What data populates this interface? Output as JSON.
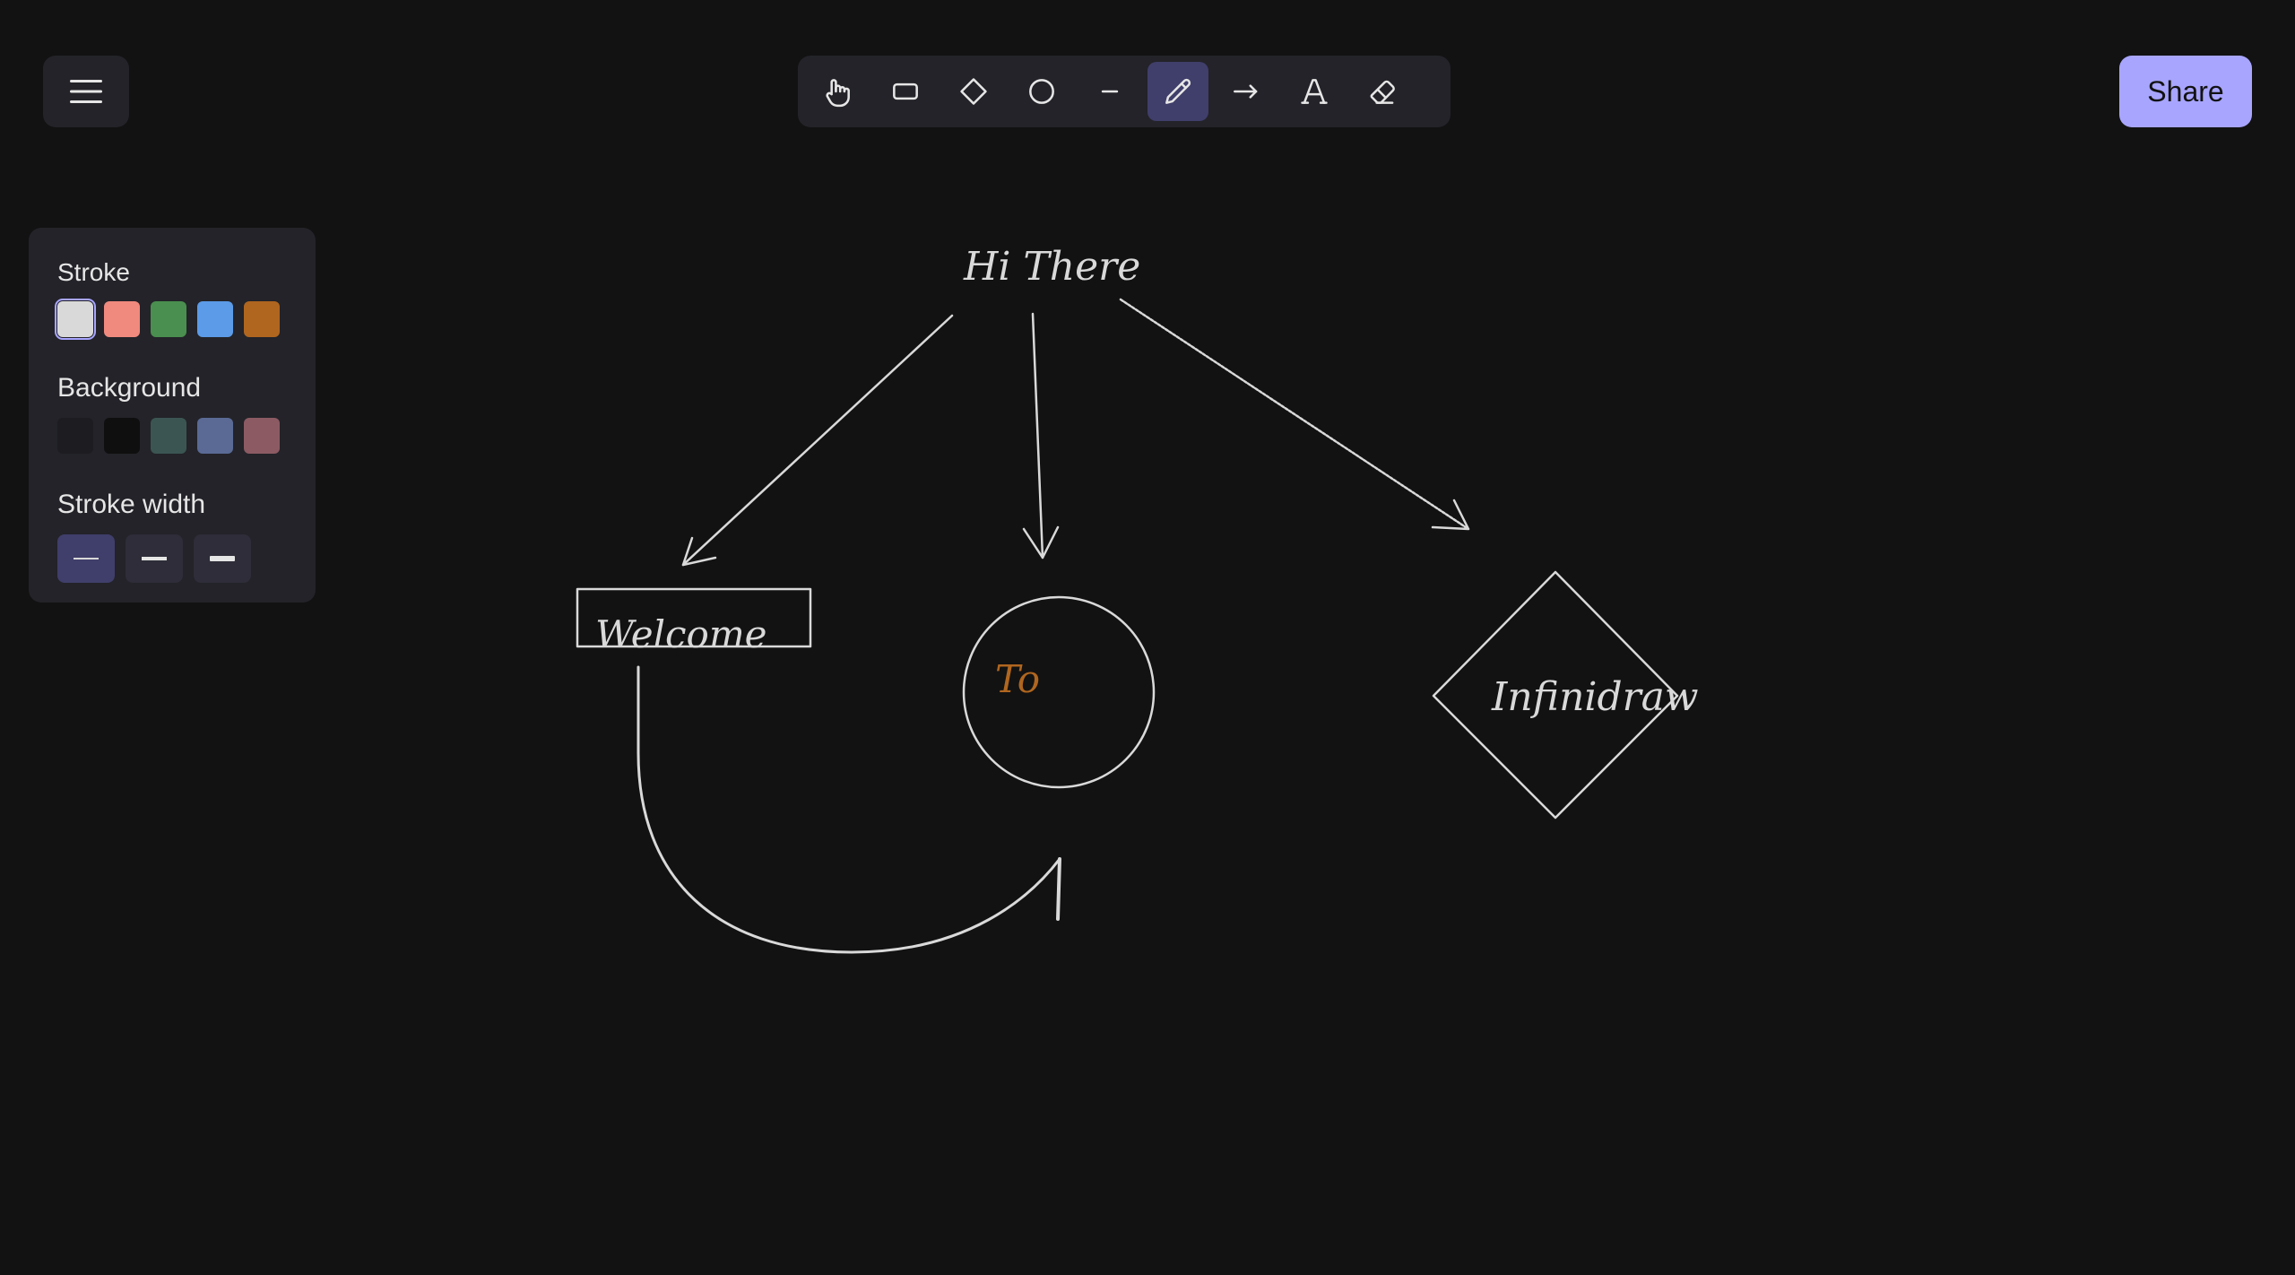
{
  "toolbar": {
    "tools": [
      {
        "icon": "hand-icon"
      },
      {
        "icon": "rectangle-icon"
      },
      {
        "icon": "diamond-icon"
      },
      {
        "icon": "circle-icon"
      },
      {
        "icon": "line-icon"
      },
      {
        "icon": "pencil-icon",
        "active": true
      },
      {
        "icon": "arrow-icon"
      },
      {
        "icon": "text-icon"
      },
      {
        "icon": "eraser-icon"
      }
    ],
    "share_label": "Share"
  },
  "properties": {
    "stroke_label": "Stroke",
    "stroke_colors": [
      "#d9d9d9",
      "#f08a7e",
      "#4a8f4f",
      "#5b9be8",
      "#b0661f"
    ],
    "stroke_selected": 0,
    "background_label": "Background",
    "background_colors": [
      "#1c1c21",
      "#0f0f0f",
      "#3b5553",
      "#5a6a95",
      "#8c5a63"
    ],
    "stroke_width_label": "Stroke width",
    "stroke_width_selected": 0
  },
  "canvas": {
    "texts": {
      "hi_there": "Hi There",
      "welcome": "Welcome",
      "to": "To",
      "infinidraw": "Infinidraw"
    },
    "stroke_color": "#d9d9d9",
    "accent_text_color": "#b0661f"
  }
}
